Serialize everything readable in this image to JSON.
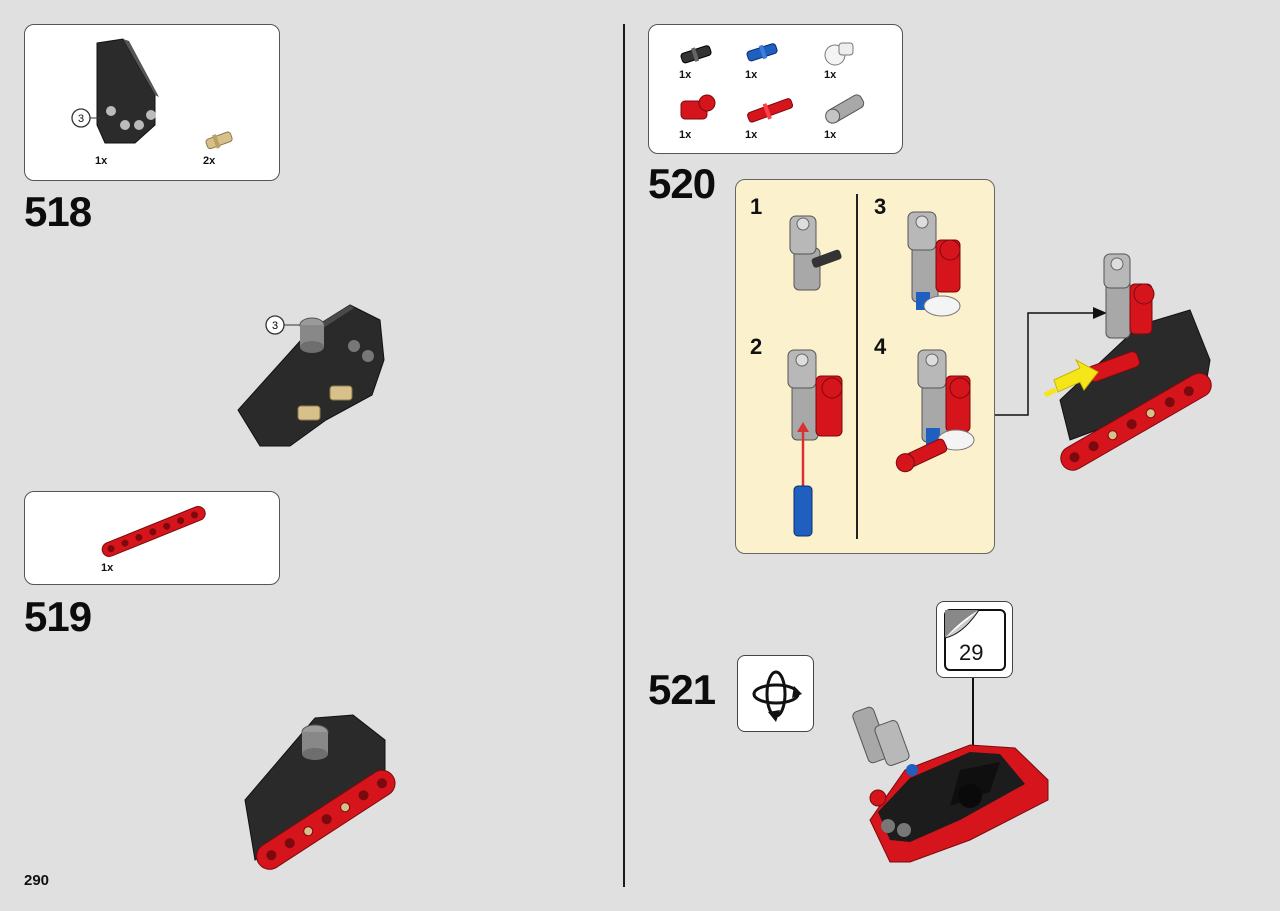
{
  "page": {
    "number": "290"
  },
  "steps": {
    "s518": {
      "number": "518",
      "parts": [
        {
          "qty": "1x",
          "part": "black-panel",
          "callout": "3"
        },
        {
          "qty": "2x",
          "part": "tan-pin"
        }
      ],
      "callout": "3"
    },
    "s519": {
      "number": "519",
      "parts": [
        {
          "qty": "1x",
          "part": "red-beam-7"
        }
      ]
    },
    "s520": {
      "number": "520",
      "parts": [
        {
          "qty": "1x",
          "part": "black-axle-pin"
        },
        {
          "qty": "1x",
          "part": "blue-axle-pin"
        },
        {
          "qty": "1x",
          "part": "white-connector"
        },
        {
          "qty": "1x",
          "part": "red-connector"
        },
        {
          "qty": "1x",
          "part": "red-axle-pin"
        },
        {
          "qty": "1x",
          "part": "gray-connector"
        }
      ],
      "substeps": [
        "1",
        "2",
        "3",
        "4"
      ]
    },
    "s521": {
      "number": "521",
      "rotate_icon": "rotate-model-icon",
      "page_ref": "29"
    }
  },
  "colors": {
    "background": "#e0e0e0",
    "panel_black": "#2a2a2a",
    "beam_red": "#d6141b",
    "pin_blue": "#1f5fbf",
    "pin_tan": "#d8c08a",
    "connector_gray": "#a8a8a8",
    "callout_yellow": "#fbf2cd",
    "arrow_yellow": "#f5e61a"
  }
}
